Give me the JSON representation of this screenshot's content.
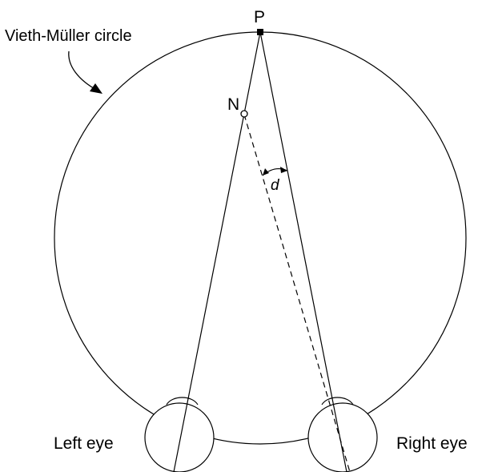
{
  "labels": {
    "circle": "Vieth-Müller circle",
    "point_p": "P",
    "point_n": "N",
    "angle": "d",
    "left_eye": "Left eye",
    "right_eye": "Right eye"
  }
}
